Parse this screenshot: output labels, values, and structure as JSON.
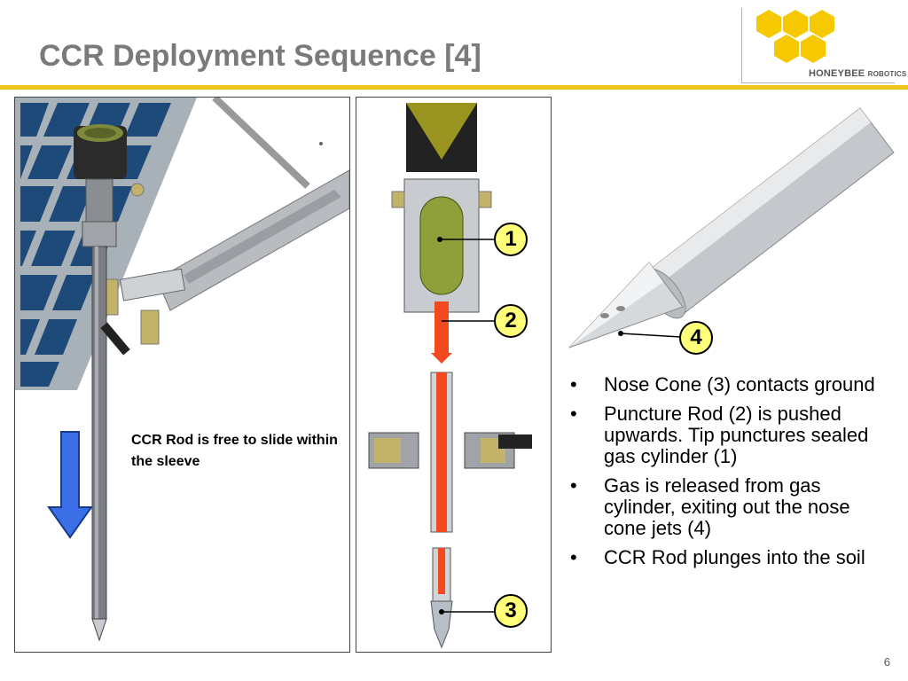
{
  "slide": {
    "title": "CCR Deployment Sequence [4]",
    "page_number": "6",
    "caption": "CCR Rod is free to slide within the sleeve",
    "bullets": [
      "Nose Cone (3) contacts ground",
      "Puncture Rod (2) is pushed upwards. Tip punctures sealed gas cylinder (1)",
      "Gas is released from gas cylinder, exiting out the nose cone jets (4)",
      "CCR Rod plunges into the soil"
    ],
    "callouts": [
      "1",
      "2",
      "3",
      "4"
    ]
  },
  "logo": {
    "brand": "HONEYBEE",
    "suffix": "ROBOTICS"
  },
  "colors": {
    "title_gray": "#7a7a7a",
    "accent_yellow": "#f0c419",
    "panel_blue": "#1e4a7a",
    "arrow_blue": "#3a6fe8",
    "rod_red": "#f24a1e",
    "callout_fill": "#ffff7a"
  }
}
